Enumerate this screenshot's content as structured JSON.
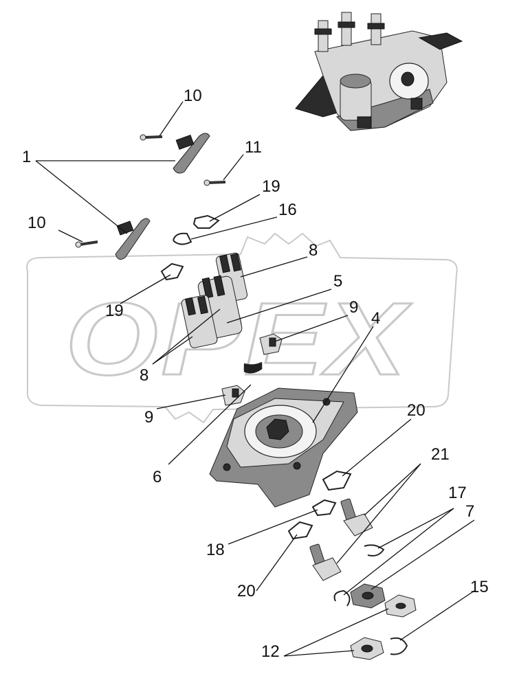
{
  "watermark": {
    "text": "OPEX"
  },
  "callouts": [
    {
      "id": "c1",
      "label": "1"
    },
    {
      "id": "c10a",
      "label": "10"
    },
    {
      "id": "c10b",
      "label": "10"
    },
    {
      "id": "c11",
      "label": "11"
    },
    {
      "id": "c19a",
      "label": "19"
    },
    {
      "id": "c16",
      "label": "16"
    },
    {
      "id": "c8a",
      "label": "8"
    },
    {
      "id": "c5",
      "label": "5"
    },
    {
      "id": "c19b",
      "label": "19"
    },
    {
      "id": "c9a",
      "label": "9"
    },
    {
      "id": "c4",
      "label": "4"
    },
    {
      "id": "c8b",
      "label": "8"
    },
    {
      "id": "c9b",
      "label": "9"
    },
    {
      "id": "c20a",
      "label": "20"
    },
    {
      "id": "c6",
      "label": "6"
    },
    {
      "id": "c21",
      "label": "21"
    },
    {
      "id": "c17",
      "label": "17"
    },
    {
      "id": "c7",
      "label": "7"
    },
    {
      "id": "c18",
      "label": "18"
    },
    {
      "id": "c20b",
      "label": "20"
    },
    {
      "id": "c15",
      "label": "15"
    },
    {
      "id": "c12",
      "label": "12"
    }
  ],
  "colors": {
    "line": "#111111",
    "watermark": "#c9c9c9",
    "part_dark": "#2b2b2b"
  }
}
